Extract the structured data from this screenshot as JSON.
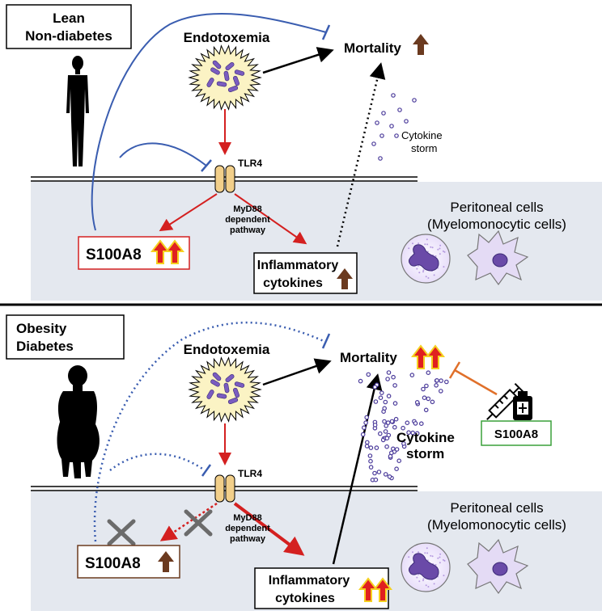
{
  "top_panel": {
    "condition_line1": "Lean",
    "condition_line2": "Non-diabetes",
    "endotoxemia": "Endotoxemia",
    "mortality": "Mortality",
    "receptor": "TLR4",
    "cytokine_storm_line1": "Cytokine",
    "cytokine_storm_line2": "storm",
    "peritoneal_line1": "Peritoneal cells",
    "peritoneal_line2": "(Myelomonocytic cells)",
    "pathway_line1": "MyD88",
    "pathway_line2": "dependent",
    "pathway_line3": "pathway",
    "s100a8": "S100A8",
    "inflammatory_line1": "Inflammatory",
    "inflammatory_line2": "cytokines"
  },
  "bottom_panel": {
    "condition_line1": "Obesity",
    "condition_line2": "Diabetes",
    "endotoxemia": "Endotoxemia",
    "mortality": "Mortality",
    "receptor": "TLR4",
    "cytokine_storm_line1": "Cytokine",
    "cytokine_storm_line2": "storm",
    "peritoneal_line1": "Peritoneal cells",
    "peritoneal_line2": "(Myelomonocytic cells)",
    "pathway_line1": "MyD88",
    "pathway_line2": "dependent",
    "pathway_line3": "pathway",
    "s100a8": "S100A8",
    "inflammatory_line1": "Inflammatory",
    "inflammatory_line2": "cytokines",
    "treatment": "S100A8"
  },
  "colors": {
    "blue": "#3a5db0",
    "red": "#d42020",
    "brown": "#6b3a1f",
    "orange": "#e0702a",
    "green": "#3aa03a",
    "membrane": "#e4e8ef",
    "purple": "#6a4aa8"
  }
}
